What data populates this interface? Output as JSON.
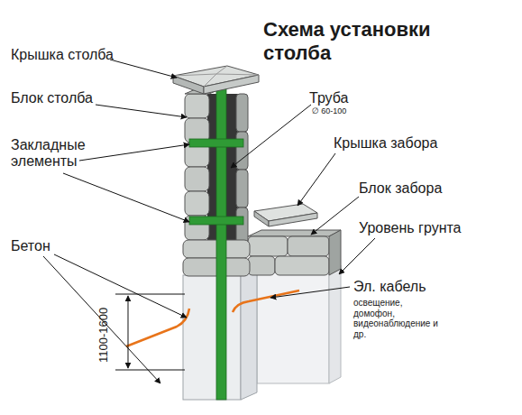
{
  "diagram": {
    "title": "Схема установки столба",
    "labels": [
      "Крышка столба",
      "Блок столба",
      "Труба",
      "∅ 60-100",
      "Закладные элементы",
      "Крышка забора",
      "Блок забора",
      "Уровень грунта",
      "Бетон",
      "Эл. кабель",
      "освещение, домофон, видеонаблюдение и др.",
      "1100-1600"
    ]
  }
}
